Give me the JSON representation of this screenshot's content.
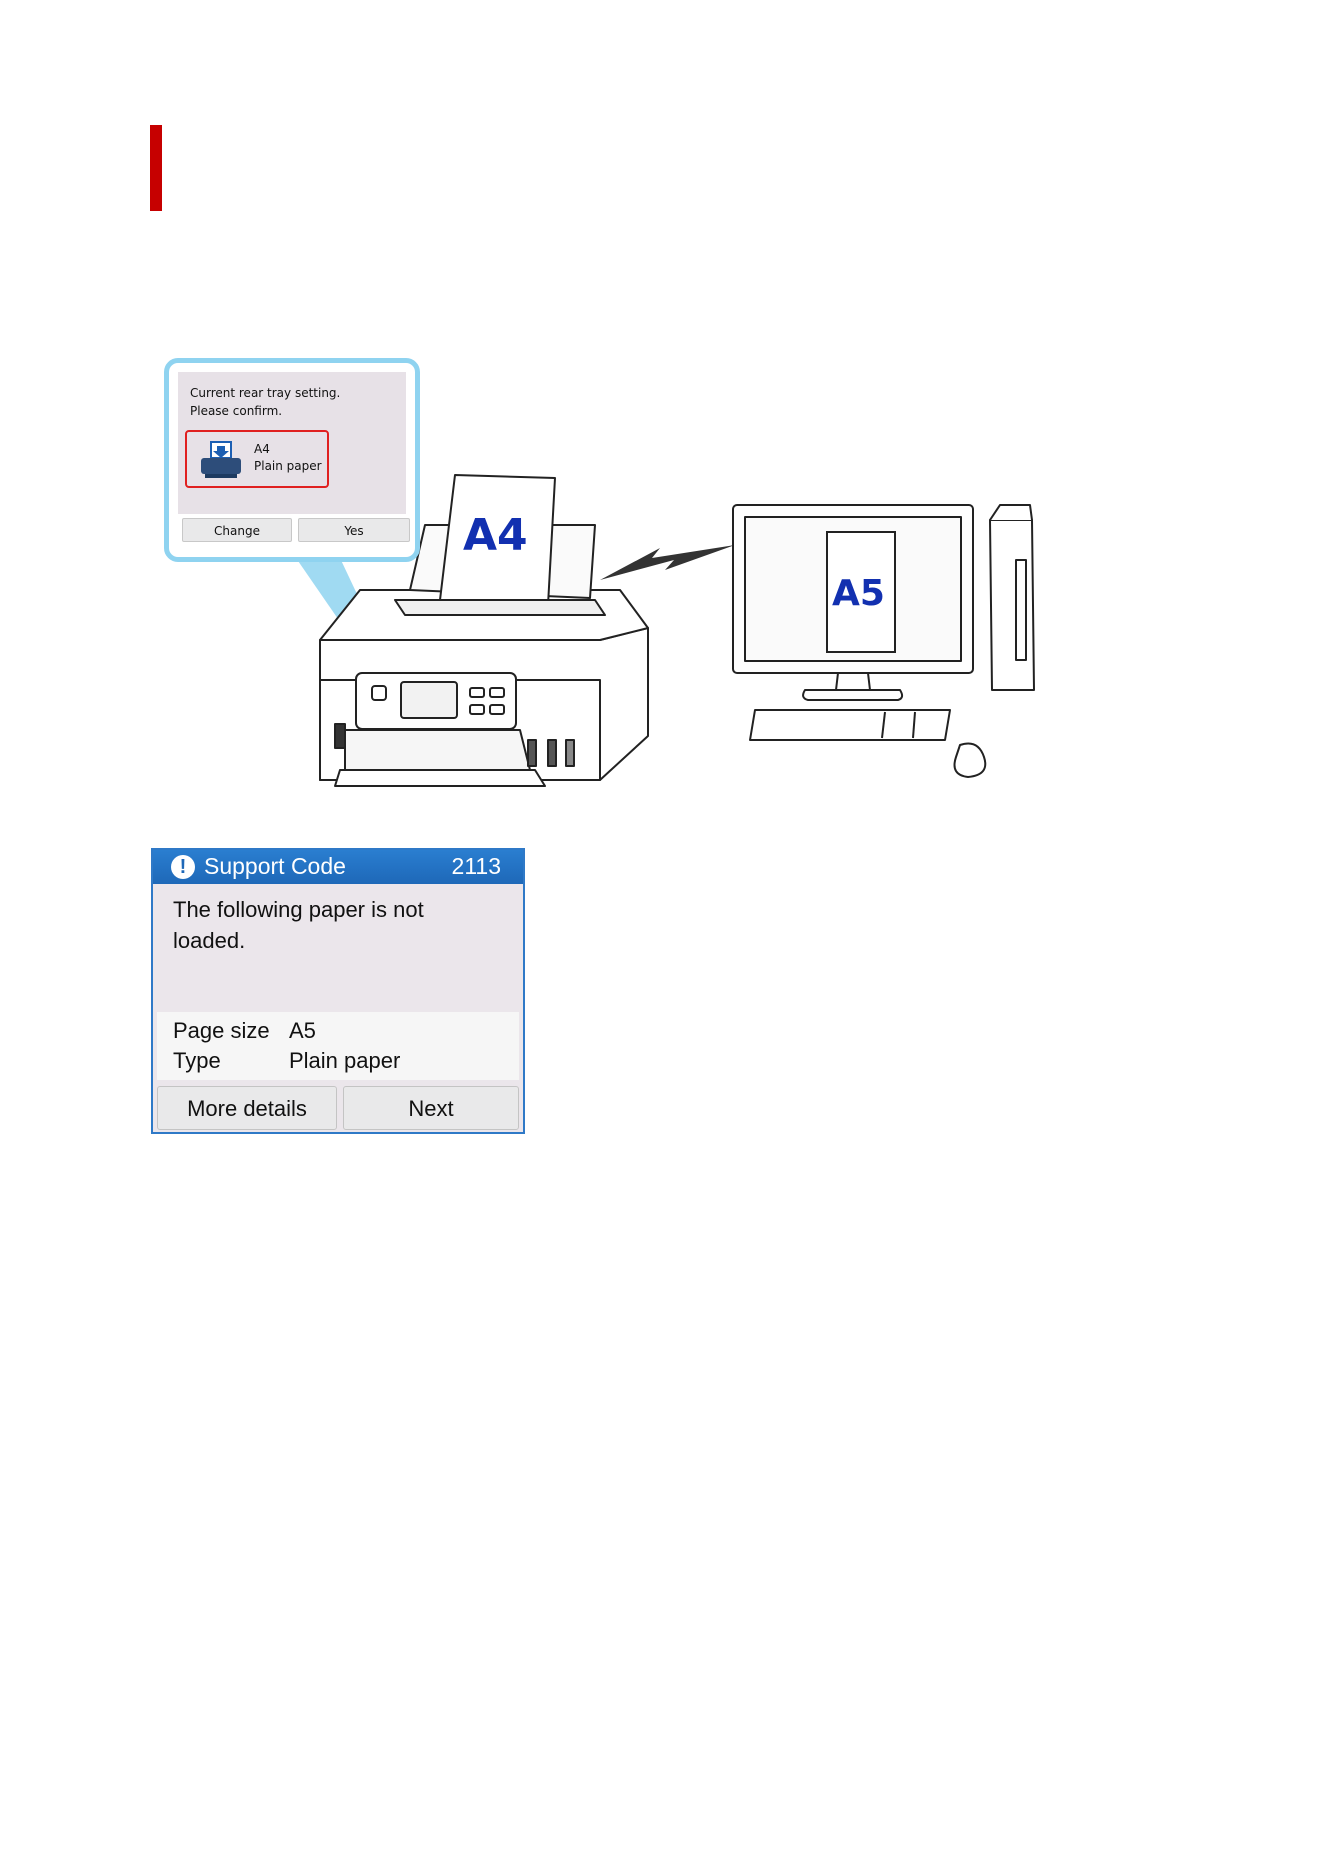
{
  "callout": {
    "message_line1": "Current rear tray setting.",
    "message_line2": "Please confirm.",
    "paper_size": "A4",
    "paper_type": "Plain paper",
    "change_button": "Change",
    "yes_button": "Yes"
  },
  "illustration": {
    "printer_paper_label": "A4",
    "monitor_label": "A5"
  },
  "support_panel": {
    "title": "Support Code",
    "code": "2113",
    "message_line1": "The following paper is not",
    "message_line2": "loaded.",
    "details": [
      {
        "label": "Page size",
        "value": "A5"
      },
      {
        "label": "Type",
        "value": "Plain paper"
      }
    ],
    "more_details_button": "More details",
    "next_button": "Next"
  },
  "colors": {
    "heading_accent": "#c60000",
    "panel_blue": "#1e68b8",
    "callout_border": "#8fd3f0",
    "highlight_red": "#e02020"
  }
}
